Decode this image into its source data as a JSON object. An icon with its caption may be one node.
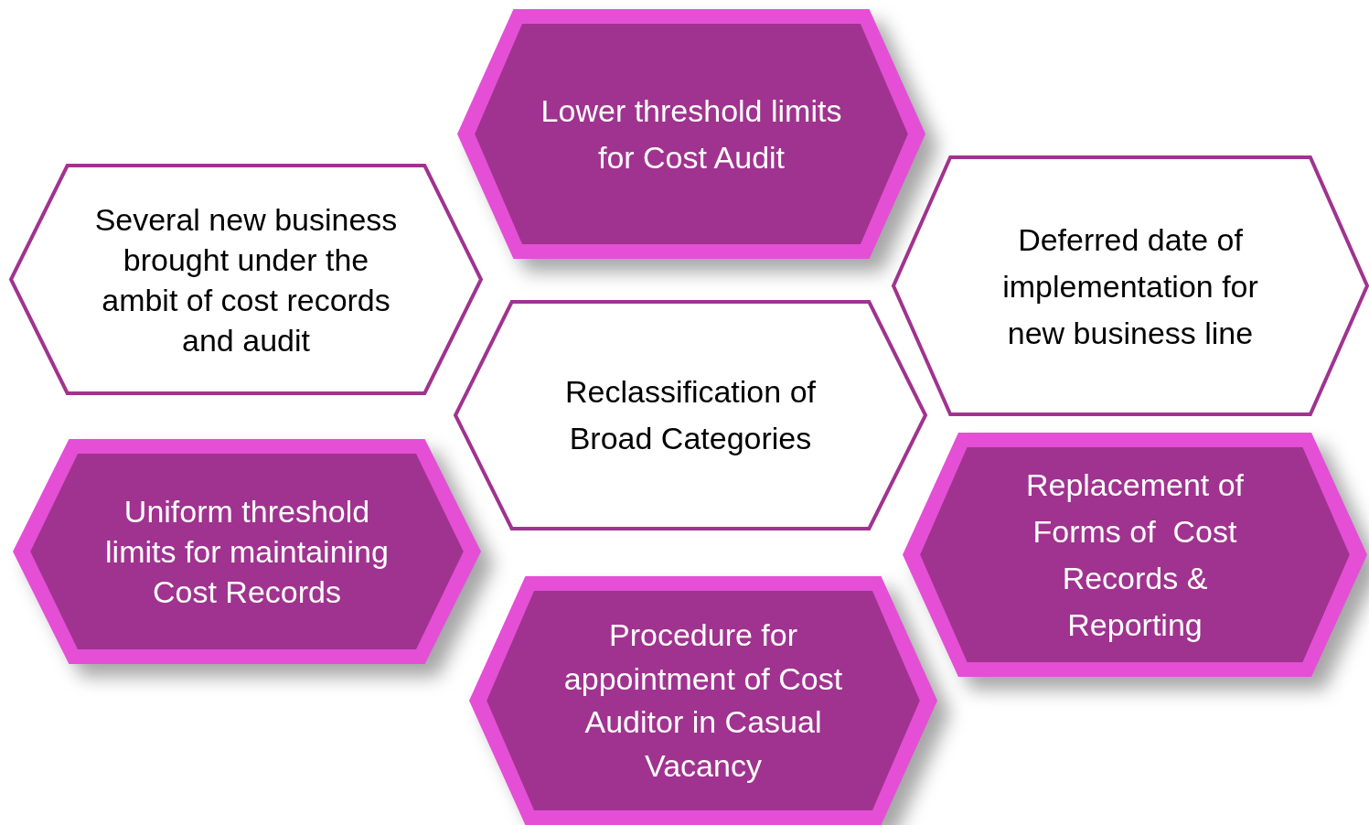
{
  "diagram": {
    "nodes": [
      {
        "text": [
          "Lower threshold limits for Cost Audit"
        ]
      },
      {
        "text": [
          "Several new business brought under the ambit of cost records and audit"
        ]
      },
      {
        "text": [
          "Deferred date of implementation for new business line"
        ]
      },
      {
        "text": [
          "Reclassification of Broad Categories"
        ]
      },
      {
        "text": [
          "Uniform threshold limits for maintaining Cost Records"
        ]
      },
      {
        "text": [
          "Replacement of Forms of  Cost Records & Reporting"
        ]
      },
      {
        "text": [
          "Procedure for appointment of Cost Auditor in Casual Vacancy"
        ]
      }
    ],
    "edges": []
  }
}
